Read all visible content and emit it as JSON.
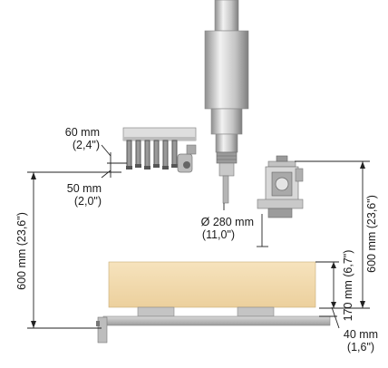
{
  "dimensions": {
    "gripper_length": {
      "mm": "60 mm",
      "inch": "(2,4\")"
    },
    "gripper_width": {
      "mm": "50 mm",
      "inch": "(2,0\")"
    },
    "tool_diameter": {
      "mm": "Ø 280 mm",
      "inch": "(11,0\")"
    },
    "working_height_left": "600 mm (23,6\")",
    "working_height_right": "600 mm (23,6\")",
    "workpiece_thickness": "170 mm (6,7\")",
    "clamp_height": {
      "mm": "40 mm",
      "inch": "(1,6\")"
    }
  },
  "colors": {
    "wood": "#f1d9ab",
    "steel_light": "#e2e2e2",
    "steel_mid": "#b5b5b5",
    "steel_dark": "#7a7a7a",
    "line": "#222222"
  }
}
